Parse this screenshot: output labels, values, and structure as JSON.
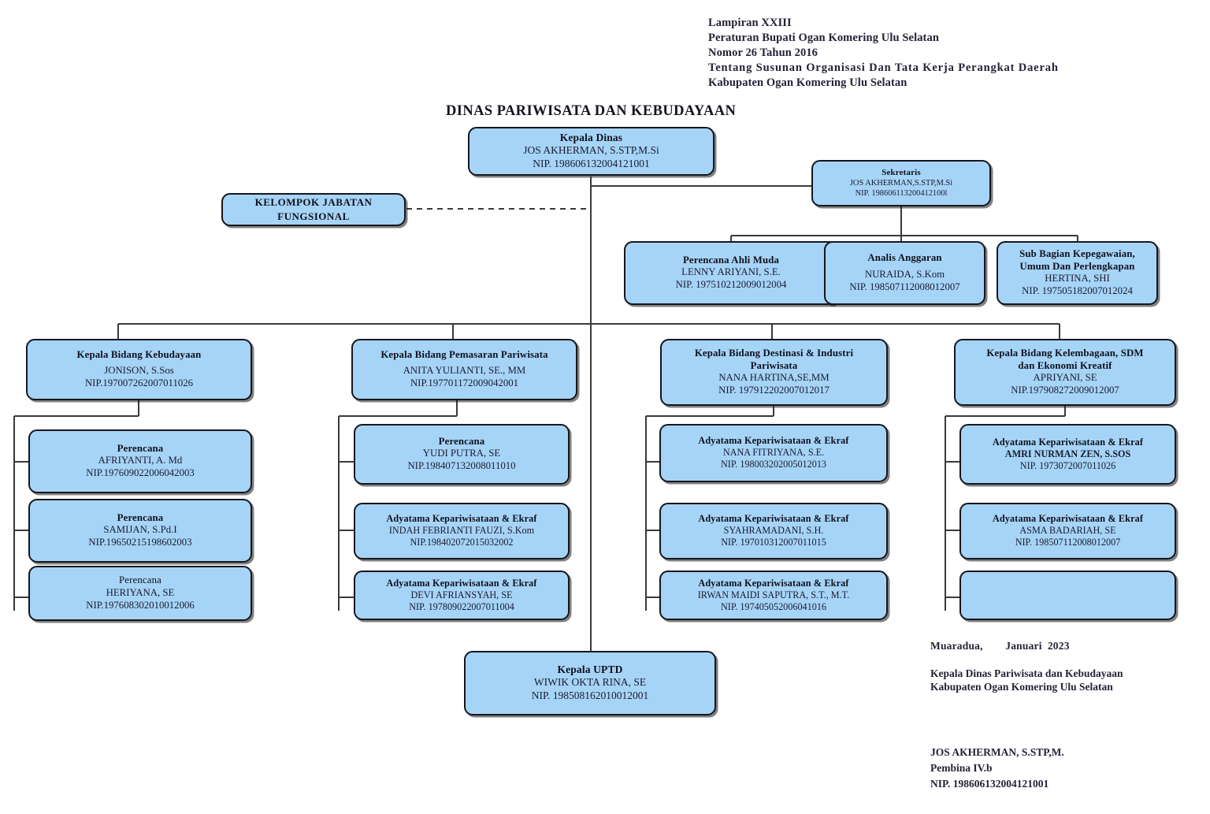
{
  "document_note": {
    "lines": [
      "Lampiran XXIII",
      "Peraturan Bupati Ogan Komering Ulu Selatan",
      "Nomor 26 Tahun 2016",
      "Tentang Susunan Organisasi Dan Tata Kerja Perangkat Daerah",
      "Kabupaten Ogan Komering Ulu Selatan"
    ],
    "line1": "Lampiran XXIII",
    "line2": "Peraturan Bupati Ogan Komering Ulu Selatan",
    "line3": "Nomor 26 Tahun 2016",
    "line4": "Tentang Susunan Organisasi Dan Tata Kerja Perangkat Daerah",
    "line5": "Kabupaten Ogan Komering Ulu Selatan"
  },
  "chart_title": "DINAS PARIWISATA DAN KEBUDAYAAN",
  "theme": {
    "box_fill": "#a6d4f7",
    "box_border": "#16161c",
    "line_color": "#3a3a3a",
    "text_color": "#1b1b30"
  },
  "nodes": {
    "kepala_dinas": {
      "title": "Kepala Dinas",
      "name": "JOS AKHERMAN, S.STP,M.Si",
      "nip": "NIP. 198606132004121001"
    },
    "sekretaris": {
      "title": "Sekretaris",
      "name": "JOS AKHERMAN,S.STP,M.Si",
      "nip": "NIP. 198606113200412100l"
    },
    "kelompok_jabatan_fungsional": {
      "title_line1": "KELOMPOK JABATAN",
      "title_line2": "FUNGSIONAL"
    },
    "kepala_uptd": {
      "title": "Kepala UPTD",
      "name": "WIWIK OKTA RINA, SE",
      "nip": "NIP. 198508162010012001"
    }
  },
  "secretariat_row": [
    {
      "title": "Perencana Ahli Muda",
      "name": "LENNY ARIYANI, S.E.",
      "nip": "NIP. 197510212009012004"
    },
    {
      "title": "Analis Anggaran",
      "name": "NURAIDA, S.Kom",
      "nip": "NIP. 198507112008012007"
    },
    {
      "title_line1": "Sub Bagian Kepegawaian,",
      "title_line2": "Umum Dan Perlengkapan",
      "name": "HERTINA, SHI",
      "nip": "NIP. 197505182007012024"
    }
  ],
  "divisions": [
    {
      "head": {
        "title": "Kepala Bidang Kebudayaan",
        "name": "JONISON, S.Sos",
        "nip": "NIP.197007262007011026"
      },
      "staff": [
        {
          "title": "Perencana",
          "name": "AFRIYANTI, A. Md",
          "nip": "NIP.197609022006042003",
          "title_bold": true
        },
        {
          "title": "Perencana",
          "name": "SAMIJAN, S.Pd.I",
          "nip": "NIP.19650215198602003",
          "title_bold": true
        },
        {
          "title": "Perencana",
          "name": "HERIYANA, SE",
          "nip": "NIP.197608302010012006",
          "title_bold": false
        }
      ]
    },
    {
      "head": {
        "title": "Kepala Bidang Pemasaran Pariwisata",
        "name": "ANITA YULIANTI, SE., MM",
        "nip": "NIP.197701172009042001"
      },
      "staff": [
        {
          "title": "Perencana",
          "name": "YUDI PUTRA, SE",
          "nip": "NIP.198407132008011010",
          "title_bold": true
        },
        {
          "title": "Adyatama Kepariwisataan & Ekraf",
          "name": "INDAH FEBRIANTI FAUZI, S.Kom",
          "nip": "NIP.198402072015032002",
          "title_bold": true
        },
        {
          "title": "Adyatama Kepariwisataan & Ekraf",
          "name": "DEVI AFRIANSYAH, SE",
          "nip": "NIP. 197809022007011004",
          "title_bold": true
        }
      ]
    },
    {
      "head": {
        "title_line1": "Kepala Bidang Destinasi & Industri",
        "title_line2": "Pariwisata",
        "name": "NANA HARTINA,SE,MM",
        "nip": "NIP. 197912202007012017"
      },
      "staff": [
        {
          "title": "Adyatama Kepariwisataan & Ekraf",
          "name": "NANA FITRIYANA, S.E.",
          "nip": "NIP. 198003202005012013",
          "title_bold": true
        },
        {
          "title": "Adyatama Kepariwisataan & Ekraf",
          "name": "SYAHRAMADANI, S.H.",
          "nip": "NIP. 197010312007011015",
          "title_bold": true
        },
        {
          "title": "Adyatama Kepariwisataan & Ekraf",
          "name": "IRWAN MAIDI SAPUTRA, S.T., M.T.",
          "nip": "NIP. 197405052006041016",
          "title_bold": true
        }
      ]
    },
    {
      "head": {
        "title_line1": "Kepala Bidang Kelembagaan, SDM",
        "title_line2": "dan Ekonomi Kreatif",
        "name": "APRIYANI, SE",
        "nip": "NIP.197908272009012007"
      },
      "staff": [
        {
          "title": "Adyatama Kepariwisataan & Ekraf",
          "name": "AMRI NURMAN ZEN, S.SOS",
          "nip": "NIP. 1973072007011026",
          "title_bold": true,
          "name_bold": true
        },
        {
          "title": "Adyatama Kepariwisataan & Ekraf",
          "name": "ASMA BADARIAH, SE",
          "nip": "NIP. 198507112008012007",
          "title_bold": true
        },
        {
          "title": "",
          "name": "",
          "nip": "",
          "empty": true
        }
      ]
    }
  ],
  "signature": {
    "place_and_date": "Muaradua,        Januari  2023",
    "office_line1": "Kepala Dinas Pariwisata dan Kebudayaan",
    "office_line2": "Kabupaten Ogan Komering Ulu Selatan",
    "name": "JOS AKHERMAN, S.STP,M.",
    "rank": "Pembina IV.b",
    "nip": "NIP. 198606132004121001"
  }
}
